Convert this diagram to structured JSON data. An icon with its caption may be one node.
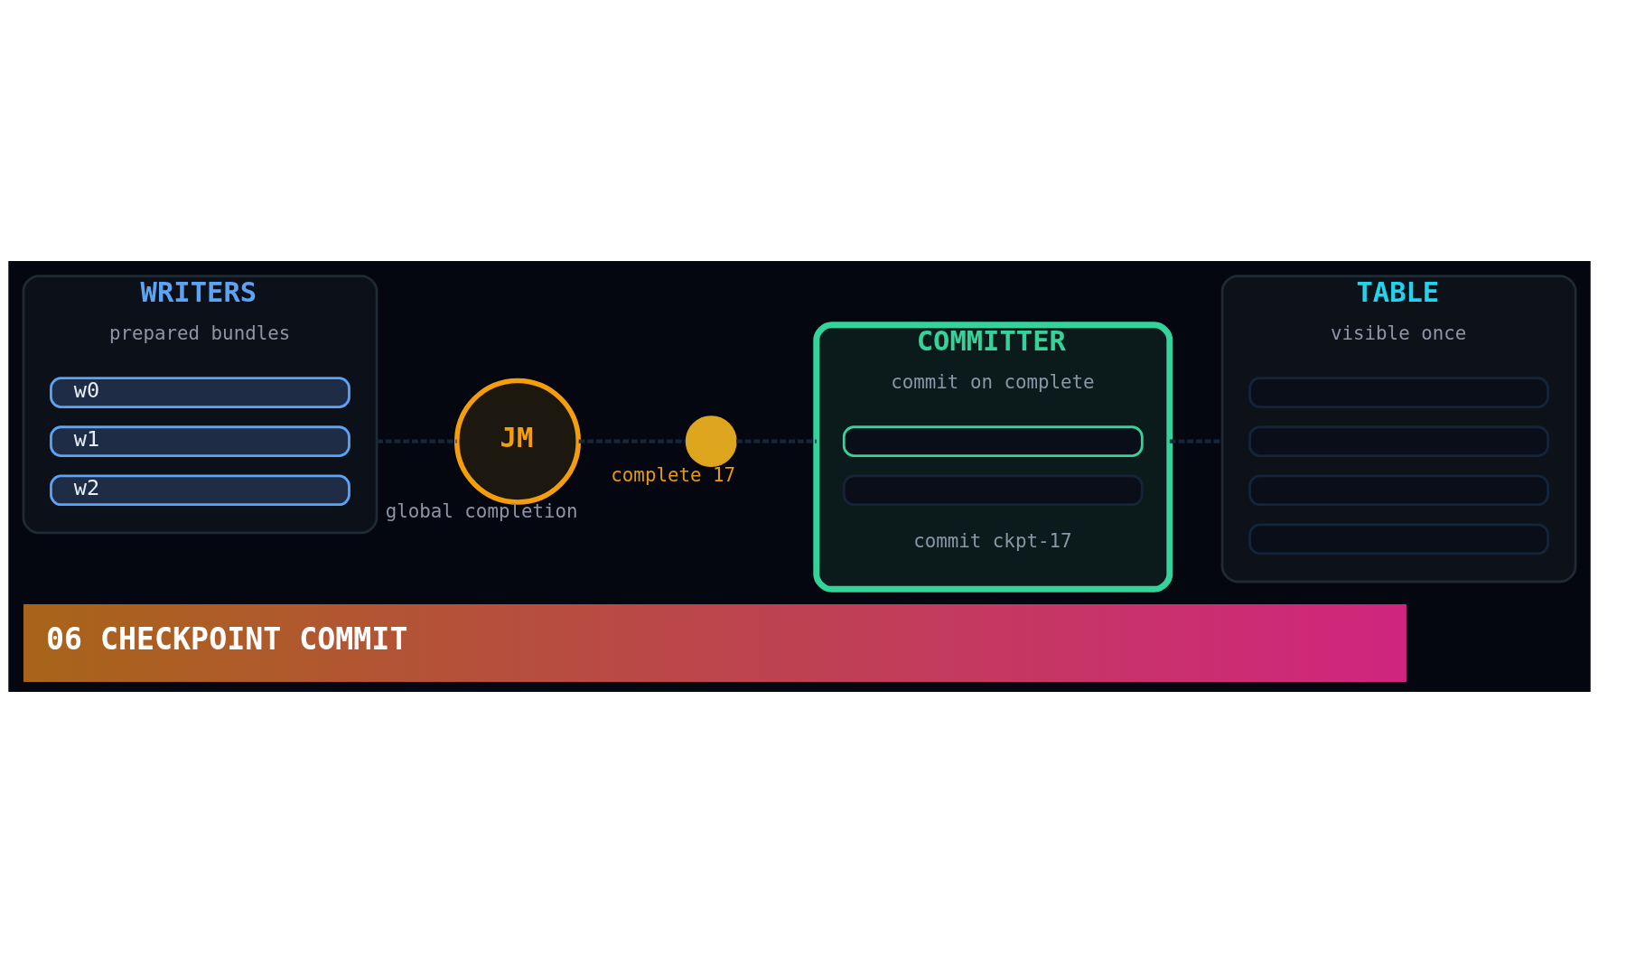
{
  "diagram": {
    "caption": "06 CHECKPOINT COMMIT",
    "nodes": [
      {
        "text": [
          "WRITERS",
          "prepared bundles"
        ]
      },
      {
        "text": [
          "w0"
        ],
        "in": 0
      },
      {
        "text": [
          "w1"
        ],
        "in": 0
      },
      {
        "text": [
          "w2"
        ],
        "in": 0
      },
      {
        "text": [
          "JM"
        ],
        "beside": [
          "global completion"
        ]
      },
      {
        "text": [],
        "shape": "circle",
        "beside": [
          "complete 17"
        ]
      },
      {
        "text": [
          "COMMITTER",
          "commit on complete",
          "commit ckpt-17"
        ]
      },
      {
        "text": [],
        "shape": "box",
        "in": 6
      },
      {
        "text": [],
        "shape": "box",
        "in": 6
      },
      {
        "text": [
          "TABLE",
          "visible once"
        ]
      },
      {
        "text": [],
        "shape": "box",
        "in": 9
      },
      {
        "text": [],
        "shape": "box",
        "in": 9
      },
      {
        "text": [],
        "shape": "box",
        "in": 9
      },
      {
        "text": [],
        "shape": "box",
        "in": 9
      }
    ],
    "edges": [
      {
        "from": 0,
        "to": 4,
        "arrow": "none",
        "style": "dashed"
      },
      {
        "from": 4,
        "to": 5,
        "arrow": "none",
        "style": "dashed"
      },
      {
        "from": 5,
        "to": 6,
        "arrow": "none",
        "style": "dashed"
      },
      {
        "from": 6,
        "to": 9,
        "arrow": "none",
        "style": "dashed"
      }
    ]
  }
}
